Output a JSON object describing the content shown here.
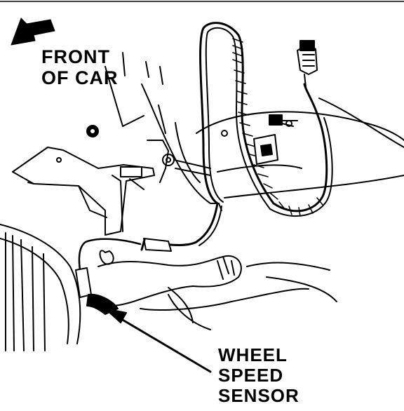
{
  "labels": {
    "front_of_car": [
      "FRONT",
      "OF CAR"
    ],
    "wheel_speed_sensor": [
      "WHEEL",
      "SPEED",
      "SENSOR"
    ]
  },
  "icons": {
    "direction": "arrow-up-left-icon",
    "callout": "pointer-arrow-icon"
  },
  "colors": {
    "ink": "#000000",
    "paper": "#ffffff"
  }
}
